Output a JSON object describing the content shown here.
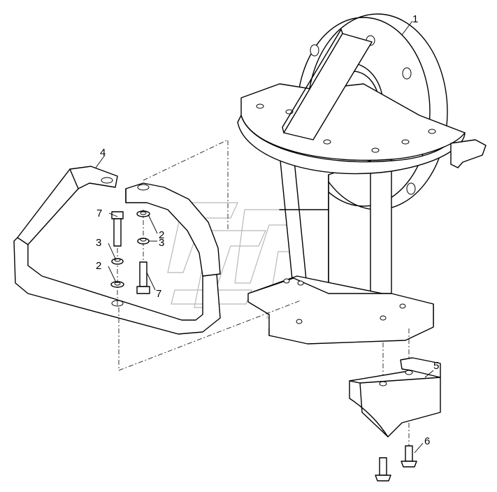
{
  "callouts": [
    {
      "id": "c1",
      "label": "1"
    },
    {
      "id": "c2a",
      "label": "2"
    },
    {
      "id": "c2b",
      "label": "2"
    },
    {
      "id": "c3a",
      "label": "3"
    },
    {
      "id": "c3b",
      "label": "3"
    },
    {
      "id": "c4",
      "label": "4"
    },
    {
      "id": "c5",
      "label": "5"
    },
    {
      "id": "c6",
      "label": "6"
    },
    {
      "id": "c7a",
      "label": "7"
    },
    {
      "id": "c7b",
      "label": "7"
    }
  ],
  "watermark": {
    "icon": "company-logo-watermark"
  }
}
